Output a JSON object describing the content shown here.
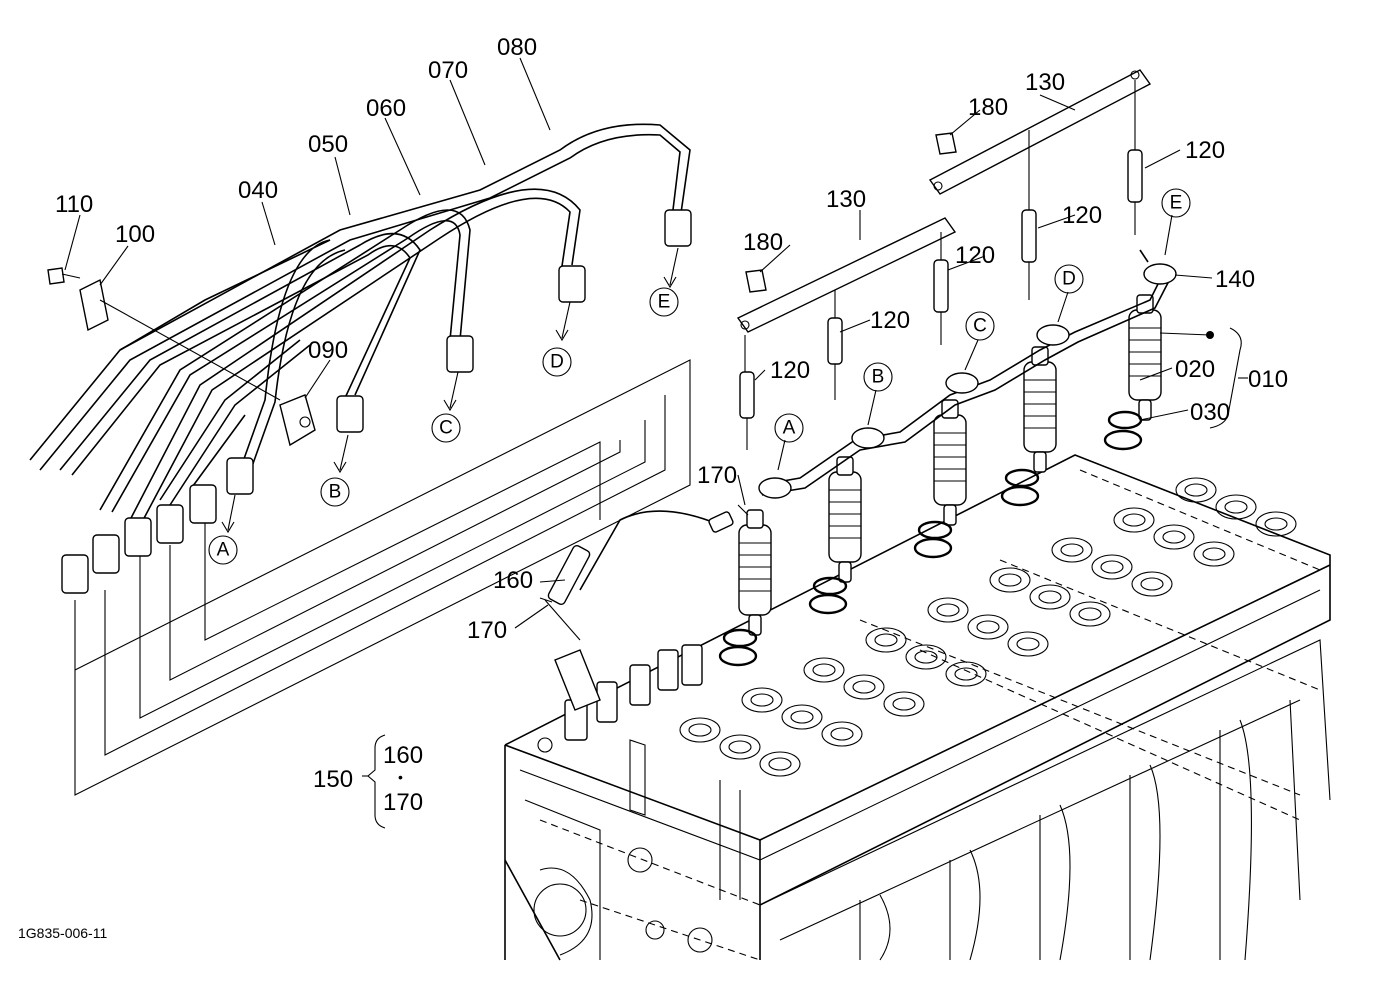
{
  "diagram_code": "1G835-006-11",
  "labels": {
    "p010": "010",
    "p020": "020",
    "p030": "030",
    "p040": "040",
    "p050": "050",
    "p060": "060",
    "p070": "070",
    "p080": "080",
    "p090": "090",
    "p100": "100",
    "p110": "110",
    "p120": "120",
    "p130": "130",
    "p140": "140",
    "p150": "150",
    "p160": "160",
    "p170": "170",
    "p180": "180",
    "kit_dot": "•"
  },
  "markers": {
    "a": "A",
    "b": "B",
    "c": "C",
    "d": "D",
    "e": "E"
  }
}
